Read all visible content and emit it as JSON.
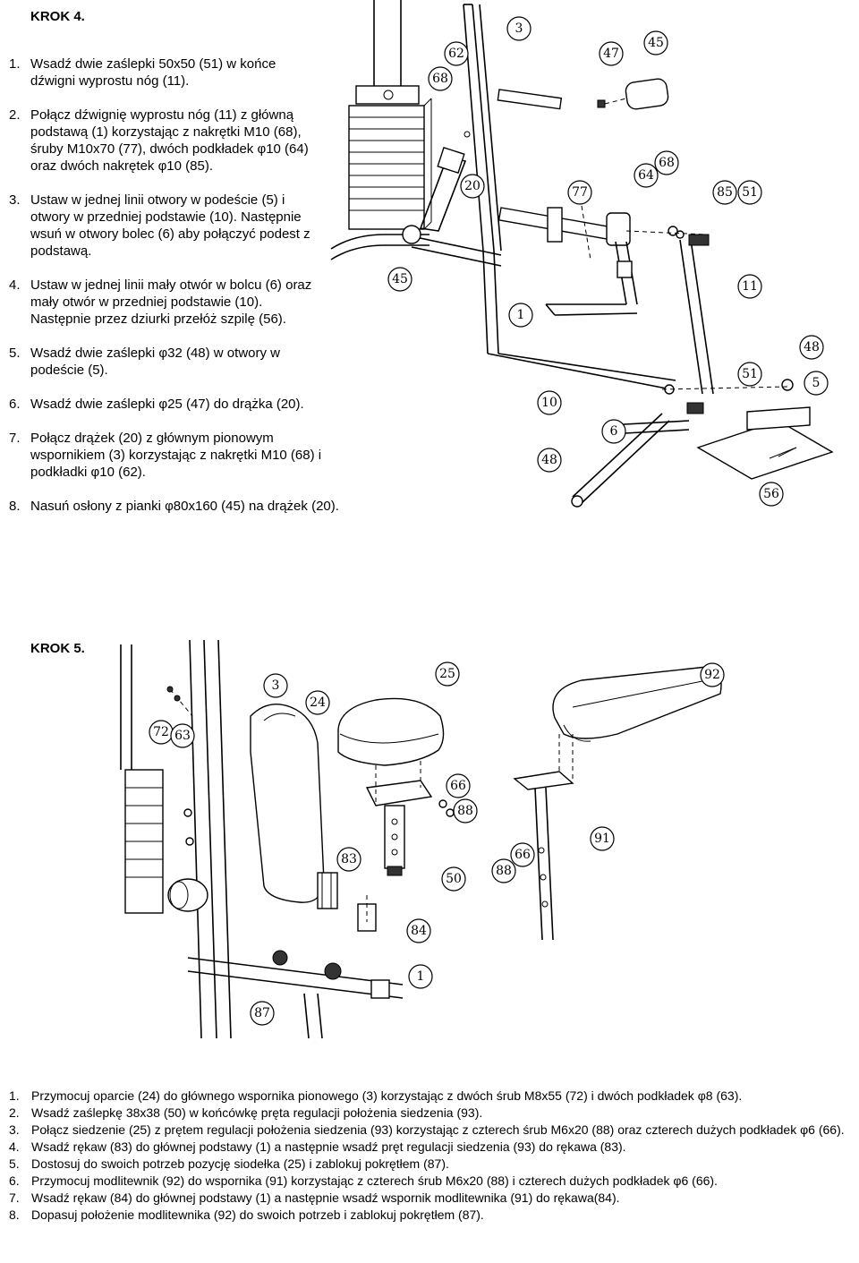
{
  "step4": {
    "title": "KROK 4.",
    "instructions": [
      {
        "num": "1.",
        "text": "Wsadź dwie zaślepki 50x50 (51) w końce dźwigni wyprostu nóg (11)."
      },
      {
        "num": "2.",
        "text": "Połącz dźwignię wyprostu nóg (11) z główną podstawą (1) korzystając z nakrętki M10 (68), śruby M10x70 (77), dwóch podkładek φ10 (64) oraz dwóch nakrętek φ10 (85)."
      },
      {
        "num": "3.",
        "text": "Ustaw w jednej linii otwory w podeście (5) i otwory w przedniej podstawie (10). Następnie wsuń w otwory bolec (6) aby połączyć podest z podstawą."
      },
      {
        "num": "4.",
        "text": "Ustaw w jednej linii mały otwór w bolcu (6) oraz mały otwór w przedniej podstawie (10). Następnie przez dziurki przełóż szpilę (56)."
      },
      {
        "num": "5.",
        "text": "Wsadź dwie zaślepki φ32 (48) w otwory w podeście (5)."
      },
      {
        "num": "6.",
        "text": "Wsadź dwie zaślepki φ25 (47) do drążka (20)."
      },
      {
        "num": "7.",
        "text": "Połącz drążek (20) z głównym pionowym wspornikiem (3) korzystając z nakrętki M10 (68) i podkładki φ10 (62)."
      },
      {
        "num": "8.",
        "text": "Nasuń osłony z pianki φ80x160 (45) na drążek (20)."
      }
    ],
    "callouts": [
      "3",
      "62",
      "68",
      "47",
      "45",
      "20",
      "77",
      "64",
      "68",
      "85",
      "51",
      "45",
      "11",
      "1",
      "48",
      "51",
      "5",
      "10",
      "6",
      "48",
      "56"
    ]
  },
  "step5": {
    "title": "KROK 5.",
    "instructions": [
      {
        "num": "1.",
        "text": "Przymocuj oparcie (24) do głównego wspornika pionowego (3) korzystając z dwóch śrub M8x55 (72) i dwóch podkładek φ8 (63)."
      },
      {
        "num": "2.",
        "text": "Wsadź zaślepkę 38x38 (50) w końcówkę pręta regulacji położenia siedzenia (93)."
      },
      {
        "num": "3.",
        "text": "Połącz siedzenie (25) z prętem regulacji położenia siedzenia (93) korzystając z czterech śrub M6x20 (88) oraz czterech dużych podkładek φ6 (66)."
      },
      {
        "num": "4.",
        "text": "Wsadź rękaw (83) do głównej podstawy (1) a następnie wsadź pręt regulacji siedzenia (93) do rękawa (83)."
      },
      {
        "num": "5.",
        "text": "Dostosuj do swoich potrzeb pozycję siodełka (25) i zablokuj pokrętłem (87)."
      },
      {
        "num": "6.",
        "text": "Przymocuj modlitewnik (92) do wspornika (91) korzystając z czterech śrub M6x20 (88) i czterech dużych podkładek φ6 (66)."
      },
      {
        "num": "7.",
        "text": "Wsadź rękaw (84) do głównej podstawy (1) a następnie wsadź wspornik modlitewnika (91) do rękawa(84)."
      },
      {
        "num": "8.",
        "text": "Dopasuj położenie modlitewnika (92) do swoich potrzeb i zablokuj pokrętłem (87)."
      }
    ],
    "callouts": [
      "3",
      "24",
      "25",
      "92",
      "72",
      "63",
      "66",
      "88",
      "91",
      "83",
      "50",
      "66",
      "88",
      "84",
      "1",
      "87"
    ]
  }
}
